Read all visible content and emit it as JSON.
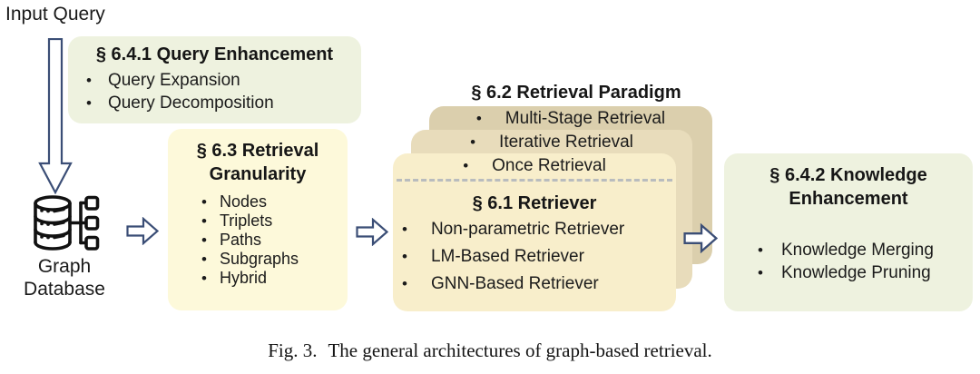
{
  "ui": {
    "bullet_char": "•"
  },
  "labels": {
    "input_query": "Input Query",
    "graph_db_line1": "Graph",
    "graph_db_line2": "Database"
  },
  "query_enhancement": {
    "title": "§ 6.4.1 Query Enhancement",
    "items": [
      "Query Expansion",
      "Query Decomposition"
    ]
  },
  "retrieval_granularity": {
    "title_line1": "§ 6.3 Retrieval",
    "title_line2": "Granularity",
    "items": [
      "Nodes",
      "Triplets",
      "Paths",
      "Subgraphs",
      "Hybrid"
    ]
  },
  "retrieval_paradigm": {
    "title": "§ 6.2 Retrieval Paradigm",
    "layers": [
      "Multi-Stage Retrieval",
      "Iterative Retrieval",
      "Once Retrieval"
    ]
  },
  "retriever": {
    "title": "§ 6.1 Retriever",
    "items": [
      "Non-parametric Retriever",
      "LM-Based Retriever",
      "GNN-Based Retriever"
    ]
  },
  "knowledge_enhancement": {
    "title_line1": "§ 6.4.2 Knowledge",
    "title_line2": "Enhancement",
    "items": [
      "Knowledge Merging",
      "Knowledge Pruning"
    ]
  },
  "figure": {
    "caption_label": "Fig. 3.",
    "caption_text": "The general architectures of graph-based retrieval."
  },
  "colors": {
    "green_box": "#eef2df",
    "yellow_box": "#fdf9da",
    "layer_front": "#f8eecb",
    "layer_middle": "#e8dcbb",
    "layer_back": "#dbcfad",
    "arrow_outline": "#3b4e76",
    "dashed_divider": "#b9bcbe",
    "icon_stroke": "#111111"
  }
}
